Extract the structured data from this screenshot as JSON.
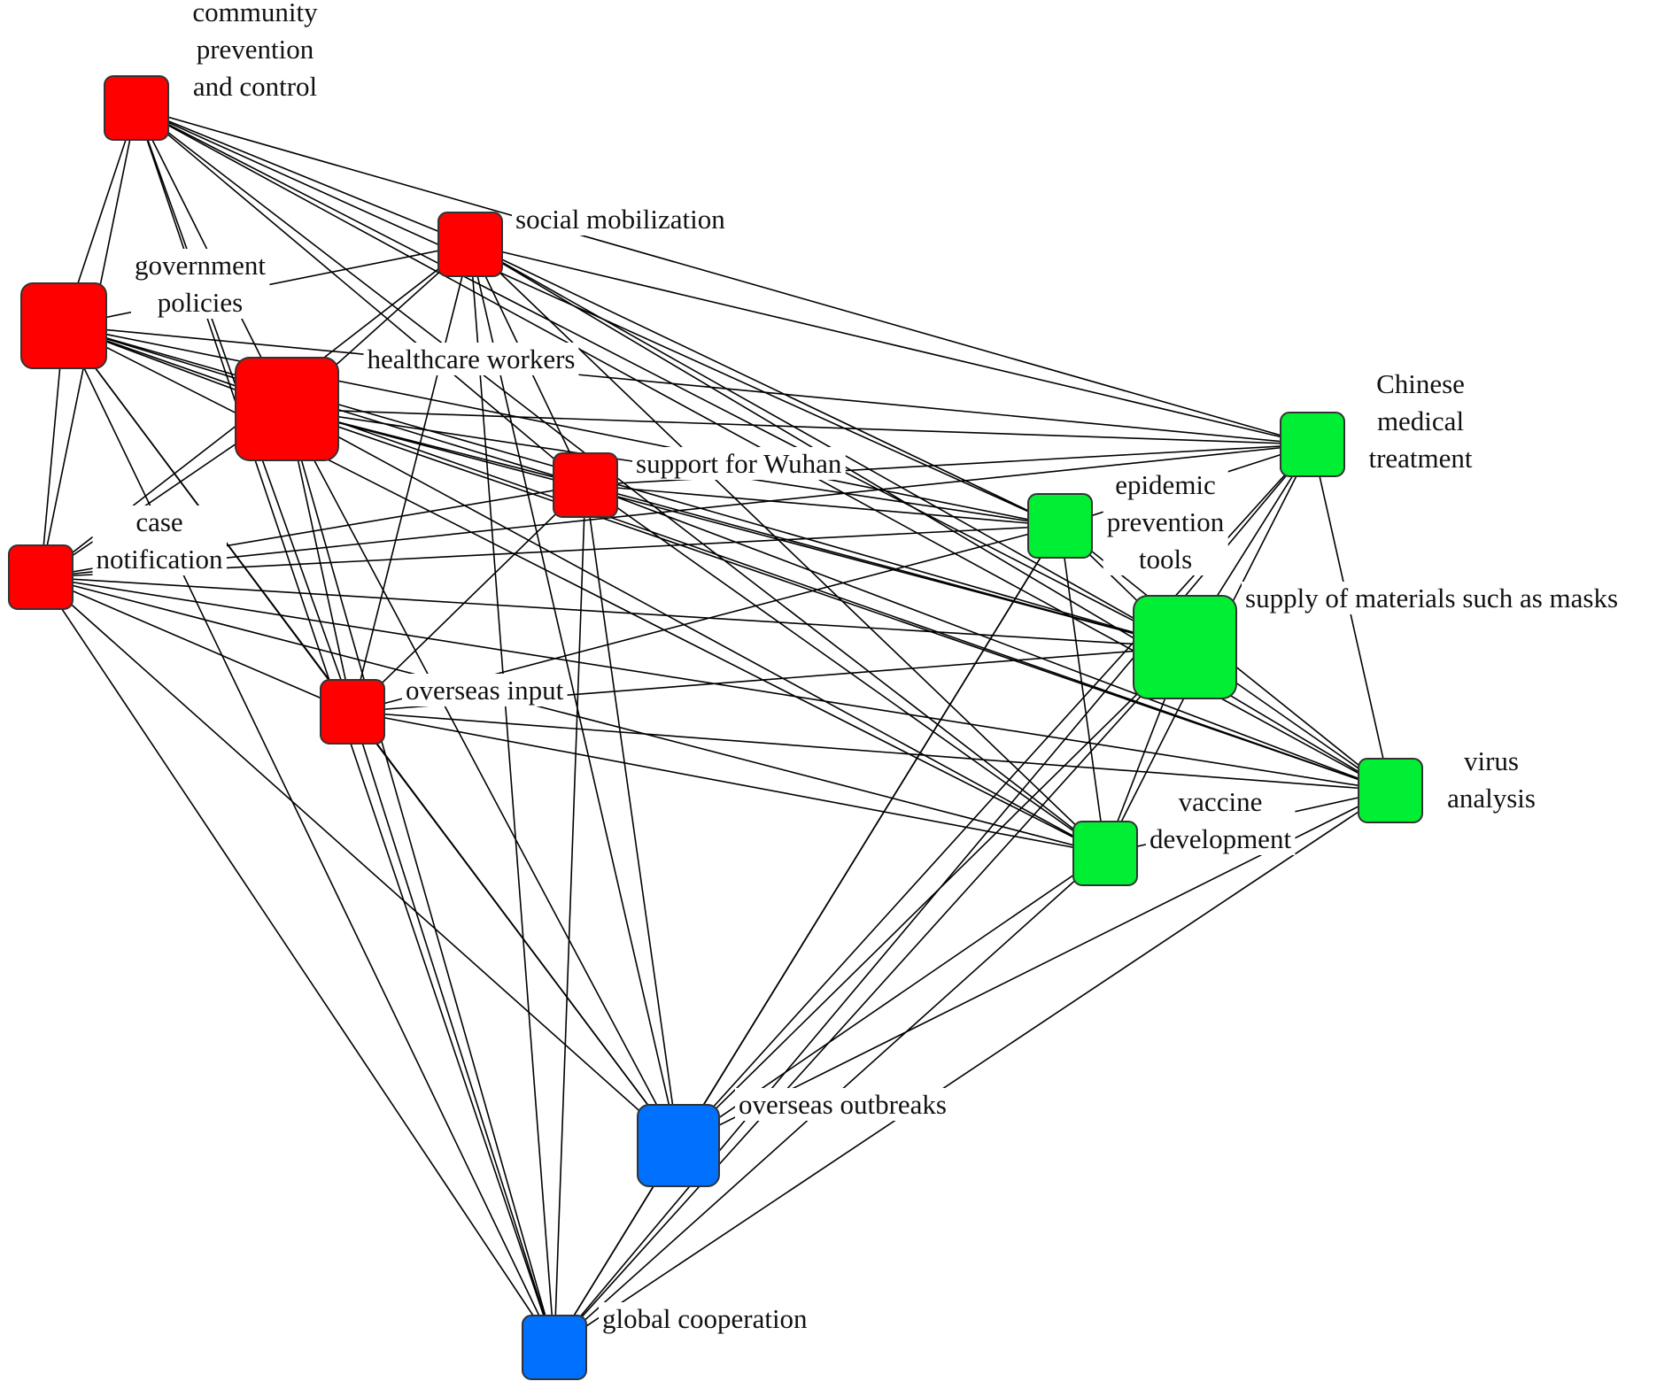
{
  "legend": {
    "red": "#ff0000",
    "green": "#00ee33",
    "blue": "#0070ff"
  },
  "nodes": [
    {
      "id": "community",
      "name": "node-community-prevention",
      "label": [
        "community",
        "prevention",
        "and control"
      ],
      "color": "#ff0000"
    },
    {
      "id": "social",
      "name": "node-social-mobilization",
      "label": [
        "social mobilization"
      ],
      "color": "#ff0000"
    },
    {
      "id": "government",
      "name": "node-government-policies",
      "label": [
        "government",
        "policies"
      ],
      "color": "#ff0000"
    },
    {
      "id": "healthcare",
      "name": "node-healthcare-workers",
      "label": [
        "healthcare workers"
      ],
      "color": "#ff0000"
    },
    {
      "id": "wuhan",
      "name": "node-support-for-wuhan",
      "label": [
        "support for Wuhan"
      ],
      "color": "#ff0000"
    },
    {
      "id": "case",
      "name": "node-case-notification",
      "label": [
        "case",
        "notification"
      ],
      "color": "#ff0000"
    },
    {
      "id": "overseas_input",
      "name": "node-overseas-input",
      "label": [
        "overseas input"
      ],
      "color": "#ff0000"
    },
    {
      "id": "chinese",
      "name": "node-chinese-medical-treatment",
      "label": [
        "Chinese",
        "medical",
        "treatment"
      ],
      "color": "#00ee33"
    },
    {
      "id": "tools",
      "name": "node-epidemic-prevention-tools",
      "label": [
        "epidemic",
        "prevention",
        "tools"
      ],
      "color": "#00ee33"
    },
    {
      "id": "masks",
      "name": "node-supply-of-materials",
      "label": [
        "supply of materials such as masks"
      ],
      "color": "#00ee33"
    },
    {
      "id": "virus",
      "name": "node-virus-analysis",
      "label": [
        "virus",
        "analysis"
      ],
      "color": "#00ee33"
    },
    {
      "id": "vaccine",
      "name": "node-vaccine-development",
      "label": [
        "vaccine",
        "development"
      ],
      "color": "#00ee33"
    },
    {
      "id": "outbreaks",
      "name": "node-overseas-outbreaks",
      "label": [
        "overseas outbreaks"
      ],
      "color": "#0070ff"
    },
    {
      "id": "global",
      "name": "node-global-cooperation",
      "label": [
        "global cooperation"
      ],
      "color": "#0070ff"
    }
  ],
  "edges": [
    [
      "community",
      "government"
    ],
    [
      "community",
      "healthcare"
    ],
    [
      "community",
      "case"
    ],
    [
      "community",
      "social"
    ],
    [
      "community",
      "wuhan"
    ],
    [
      "community",
      "overseas_input"
    ],
    [
      "community",
      "chinese"
    ],
    [
      "community",
      "tools"
    ],
    [
      "community",
      "masks"
    ],
    [
      "community",
      "virus"
    ],
    [
      "community",
      "vaccine"
    ],
    [
      "community",
      "global"
    ],
    [
      "social",
      "government"
    ],
    [
      "social",
      "healthcare"
    ],
    [
      "social",
      "case"
    ],
    [
      "social",
      "wuhan"
    ],
    [
      "social",
      "overseas_input"
    ],
    [
      "social",
      "chinese"
    ],
    [
      "social",
      "tools"
    ],
    [
      "social",
      "masks"
    ],
    [
      "social",
      "virus"
    ],
    [
      "social",
      "vaccine"
    ],
    [
      "social",
      "outbreaks"
    ],
    [
      "social",
      "global"
    ],
    [
      "government",
      "healthcare"
    ],
    [
      "government",
      "case"
    ],
    [
      "government",
      "wuhan"
    ],
    [
      "government",
      "overseas_input"
    ],
    [
      "government",
      "chinese"
    ],
    [
      "government",
      "tools"
    ],
    [
      "government",
      "masks"
    ],
    [
      "government",
      "virus"
    ],
    [
      "government",
      "vaccine"
    ],
    [
      "government",
      "outbreaks"
    ],
    [
      "government",
      "global"
    ],
    [
      "healthcare",
      "case"
    ],
    [
      "healthcare",
      "wuhan"
    ],
    [
      "healthcare",
      "overseas_input"
    ],
    [
      "healthcare",
      "chinese"
    ],
    [
      "healthcare",
      "tools"
    ],
    [
      "healthcare",
      "masks"
    ],
    [
      "healthcare",
      "virus"
    ],
    [
      "healthcare",
      "vaccine"
    ],
    [
      "healthcare",
      "outbreaks"
    ],
    [
      "healthcare",
      "global"
    ],
    [
      "wuhan",
      "case"
    ],
    [
      "wuhan",
      "overseas_input"
    ],
    [
      "wuhan",
      "chinese"
    ],
    [
      "wuhan",
      "tools"
    ],
    [
      "wuhan",
      "masks"
    ],
    [
      "wuhan",
      "virus"
    ],
    [
      "wuhan",
      "vaccine"
    ],
    [
      "wuhan",
      "outbreaks"
    ],
    [
      "wuhan",
      "global"
    ],
    [
      "case",
      "overseas_input"
    ],
    [
      "case",
      "chinese"
    ],
    [
      "case",
      "tools"
    ],
    [
      "case",
      "masks"
    ],
    [
      "case",
      "virus"
    ],
    [
      "case",
      "vaccine"
    ],
    [
      "case",
      "outbreaks"
    ],
    [
      "case",
      "global"
    ],
    [
      "overseas_input",
      "tools"
    ],
    [
      "overseas_input",
      "masks"
    ],
    [
      "overseas_input",
      "virus"
    ],
    [
      "overseas_input",
      "vaccine"
    ],
    [
      "overseas_input",
      "outbreaks"
    ],
    [
      "overseas_input",
      "global"
    ],
    [
      "chinese",
      "tools"
    ],
    [
      "chinese",
      "masks"
    ],
    [
      "chinese",
      "virus"
    ],
    [
      "chinese",
      "vaccine"
    ],
    [
      "chinese",
      "outbreaks"
    ],
    [
      "chinese",
      "global"
    ],
    [
      "tools",
      "masks"
    ],
    [
      "tools",
      "vaccine"
    ],
    [
      "tools",
      "virus"
    ],
    [
      "tools",
      "outbreaks"
    ],
    [
      "tools",
      "global"
    ],
    [
      "masks",
      "virus"
    ],
    [
      "masks",
      "vaccine"
    ],
    [
      "masks",
      "outbreaks"
    ],
    [
      "masks",
      "global"
    ],
    [
      "virus",
      "vaccine"
    ],
    [
      "virus",
      "outbreaks"
    ],
    [
      "virus",
      "global"
    ],
    [
      "vaccine",
      "outbreaks"
    ],
    [
      "vaccine",
      "global"
    ],
    [
      "outbreaks",
      "global"
    ]
  ]
}
